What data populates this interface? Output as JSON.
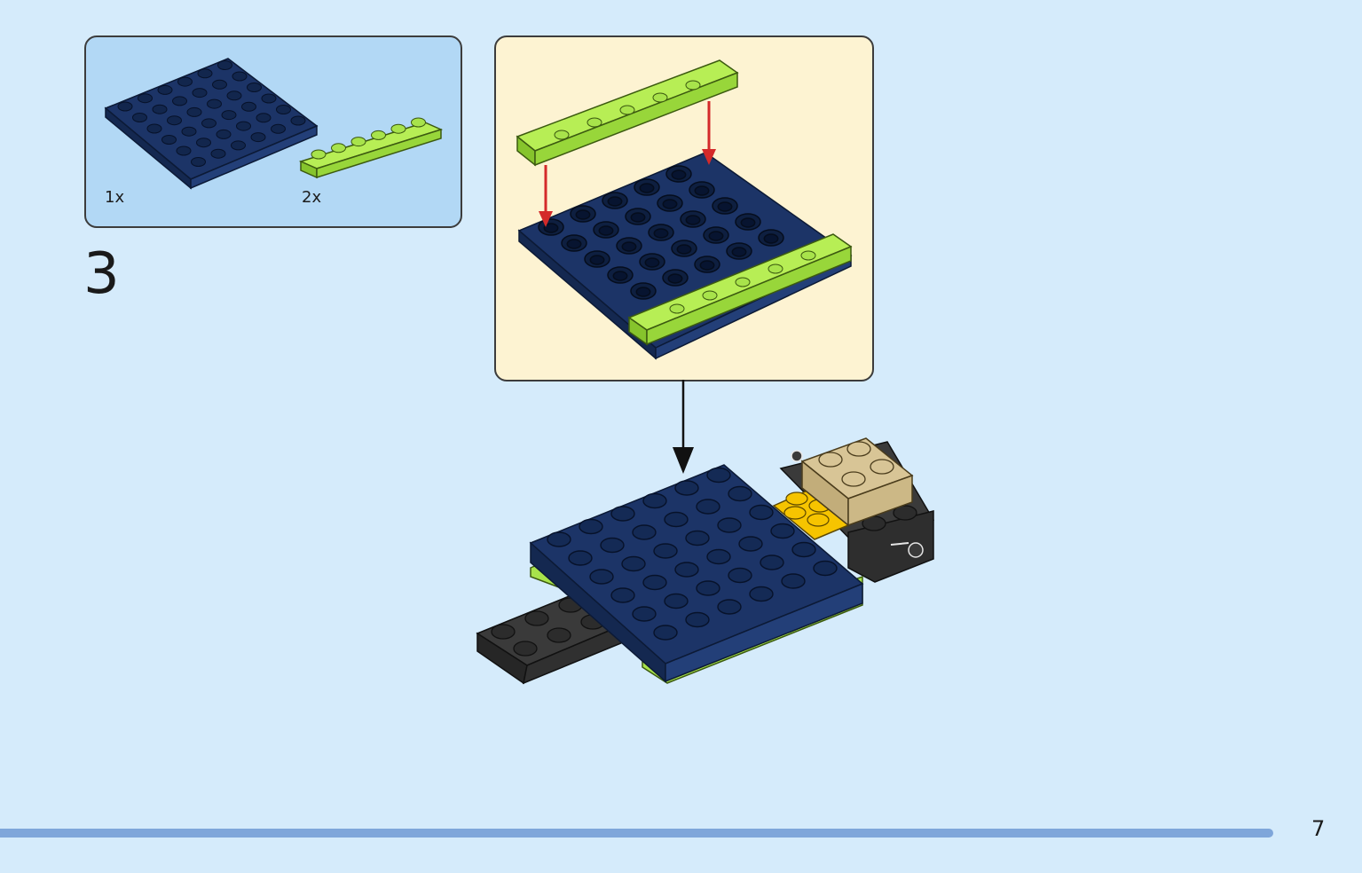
{
  "parts": {
    "items": [
      {
        "quantity": "1x",
        "part": "dark-blue-plate-6x6-icon"
      },
      {
        "quantity": "2x",
        "part": "lime-plate-1x6-icon"
      }
    ]
  },
  "step": {
    "number": "3"
  },
  "page": {
    "number": "7"
  },
  "colors": {
    "background": "#d5ebfb",
    "parts_box": "#b2d8f5",
    "callout": "#fdf3d2",
    "dark_blue": "#1c3467",
    "lime": "#a8e34b",
    "arrow_red": "#d42a2a",
    "progress": "#7fa6da"
  }
}
